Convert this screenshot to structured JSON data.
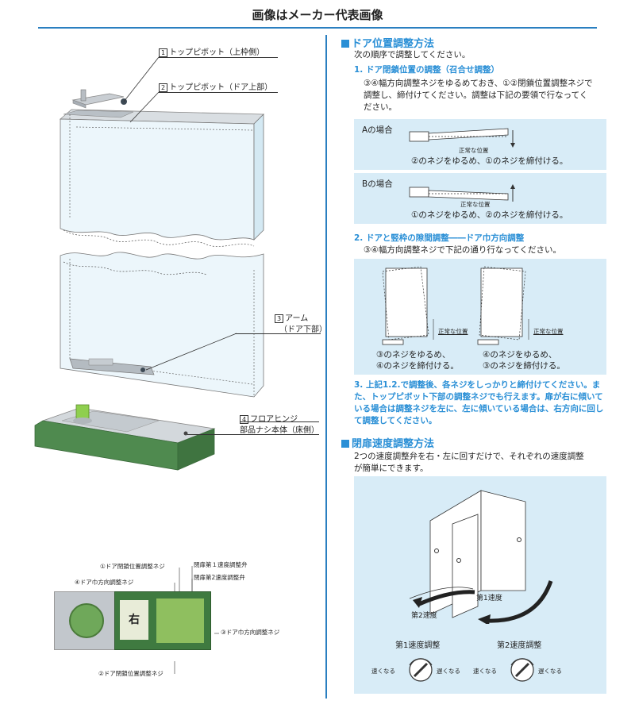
{
  "header": {
    "title": "画像はメーカー代表画像"
  },
  "left": {
    "callouts": {
      "c1": {
        "num": "1",
        "label": "トップピボット（上枠側）"
      },
      "c2": {
        "num": "2",
        "label": "トップピボット（ドア上部）"
      },
      "c3": {
        "num": "3",
        "label": "アーム",
        "label2": "（ドア下部）"
      },
      "c4": {
        "num": "4",
        "label": "フロアヒンジ",
        "label2": "部品ナシ本体（床側）"
      }
    },
    "photo": {
      "labels": {
        "l1": "①ドア閉鎖位置調整ネジ",
        "l2": "閉扉第１速度調整弁",
        "l3": "④ドア巾方向調整ネジ",
        "l4": "閉扉第2速度調整弁",
        "l5": "③ドア巾方向調整ネジ",
        "l6": "②ドア閉鎖位置調整ネジ"
      },
      "plate_char": "右"
    }
  },
  "right": {
    "sec1": {
      "title": "ドア位置調整方法",
      "intro": "次の順序で調整してください。",
      "step1": {
        "title": "1.  ドア閉鎖位置の調整（召合せ調整）",
        "body": "③④幅方向調整ネジをゆるめておき、①②閉鎖位置調整ネジで調整し、締付けてください。調整は下記の要領で行なってください。",
        "caseA": {
          "label": "Aの場合",
          "note": "正常な位置",
          "caption": "②のネジをゆるめ、①のネジを締付ける。"
        },
        "caseB": {
          "label": "Bの場合",
          "note": "正常な位置",
          "caption": "①のネジをゆるめ、②のネジを締付ける。"
        }
      },
      "step2": {
        "title": "2.  ドアと竪枠の隙間調整――ドア巾方向調整",
        "body": "③④幅方向調整ネジで下記の通り行なってください。",
        "left": {
          "note": "正常な位置",
          "cap1": "③のネジをゆるめ、",
          "cap2": "④のネジを締付ける。"
        },
        "right": {
          "note": "正常な位置",
          "cap1": "④のネジをゆるめ、",
          "cap2": "③のネジを締付ける。"
        }
      },
      "step3": {
        "body": "3. 上記1.2.で調整後、各ネジをしっかりと締付けてください。また、トップピボット下部の調整ネジでも行えます。扉が右に傾いている場合は調整ネジを左に、左に傾いている場合は、右方向に回して調整してください。"
      }
    },
    "sec2": {
      "title": "閉扉速度調整方法",
      "body": "2つの速度調整弁を右・左に回すだけで、それぞれの速度調整が簡単にできます。",
      "speed1": "第1速度",
      "speed2": "第2速度",
      "adj1": {
        "title": "第1速度調整",
        "fast": "速くなる",
        "slow": "遅くなる"
      },
      "adj2": {
        "title": "第2速度調整",
        "fast": "速くなる",
        "slow": "遅くなる"
      }
    }
  },
  "colors": {
    "accent": "#2a8fd6",
    "panel": "#d8ecf7",
    "hinge_green": "#4f8a4f"
  }
}
